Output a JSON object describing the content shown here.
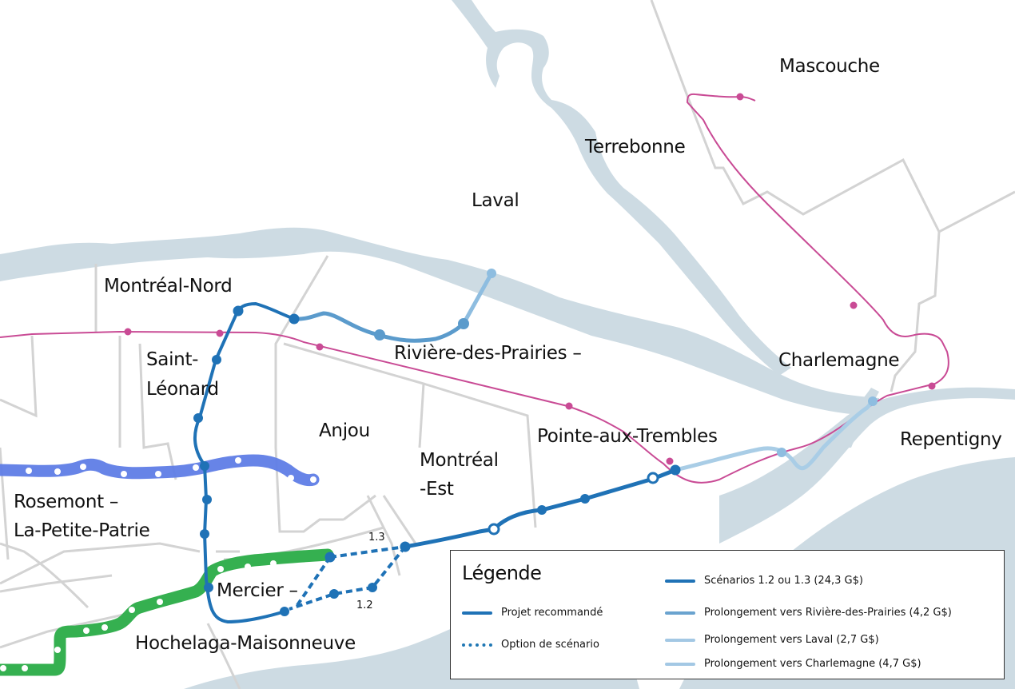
{
  "map": {
    "places": [
      {
        "id": "mascouche",
        "label": "Mascouche"
      },
      {
        "id": "terrebonne",
        "label": "Terrebonne"
      },
      {
        "id": "laval",
        "label": "Laval"
      },
      {
        "id": "montreal-nord",
        "label": "Montréal-Nord"
      },
      {
        "id": "saint-leonard-1",
        "label": "Saint-"
      },
      {
        "id": "saint-leonard-2",
        "label": "Léonard"
      },
      {
        "id": "riviere-des-prairies",
        "label": "Rivière-des-Prairies –"
      },
      {
        "id": "charlemagne",
        "label": "Charlemagne"
      },
      {
        "id": "anjou",
        "label": "Anjou"
      },
      {
        "id": "pointe-aux-trembles",
        "label": "Pointe-aux-Trembles"
      },
      {
        "id": "repentigny",
        "label": "Repentigny"
      },
      {
        "id": "montreal-est-1",
        "label": "Montréal"
      },
      {
        "id": "montreal-est-2",
        "label": "-Est"
      },
      {
        "id": "rosemont-1",
        "label": "Rosemont –"
      },
      {
        "id": "rosemont-2",
        "label": "La-Petite-Patrie"
      },
      {
        "id": "mercier",
        "label": "Mercier –"
      },
      {
        "id": "hochelaga",
        "label": "Hochelaga-Maisonneuve"
      }
    ],
    "scenario_labels": {
      "s13": "1.3",
      "s12": "1.2"
    },
    "colors": {
      "water": "#cddbe3",
      "boundary": "#d3d3d3",
      "commuter_rail": "#c94b95",
      "recommended": "#1f72b6",
      "ext_rdp": "#5b9bcc",
      "ext_laval": "#8ebde0",
      "ext_charlemagne": "#a9cde6",
      "blue_line": "#4a6ee0",
      "green_line": "#32b04f"
    }
  },
  "legend": {
    "title": "Légende",
    "items_left": [
      {
        "label": "Projet recommandé",
        "style": "solid",
        "color": "#1f72b6"
      },
      {
        "label": "Option de scénario",
        "style": "dashed",
        "color": "#1f72b6"
      }
    ],
    "items_right": [
      {
        "label": "Scénarios 1.2 ou 1.3 (24,3 G$)",
        "color": "#1f72b6"
      },
      {
        "label": "Prolongement vers Rivière-des-Prairies (4,2 G$)",
        "color": "#6aa3cf"
      },
      {
        "label": "Prolongement vers Laval (2,7 G$)",
        "color": "#a3c8e4"
      },
      {
        "label": "Prolongement vers Charlemagne (4,7 G$)",
        "color": "#a3c8e4"
      }
    ]
  }
}
